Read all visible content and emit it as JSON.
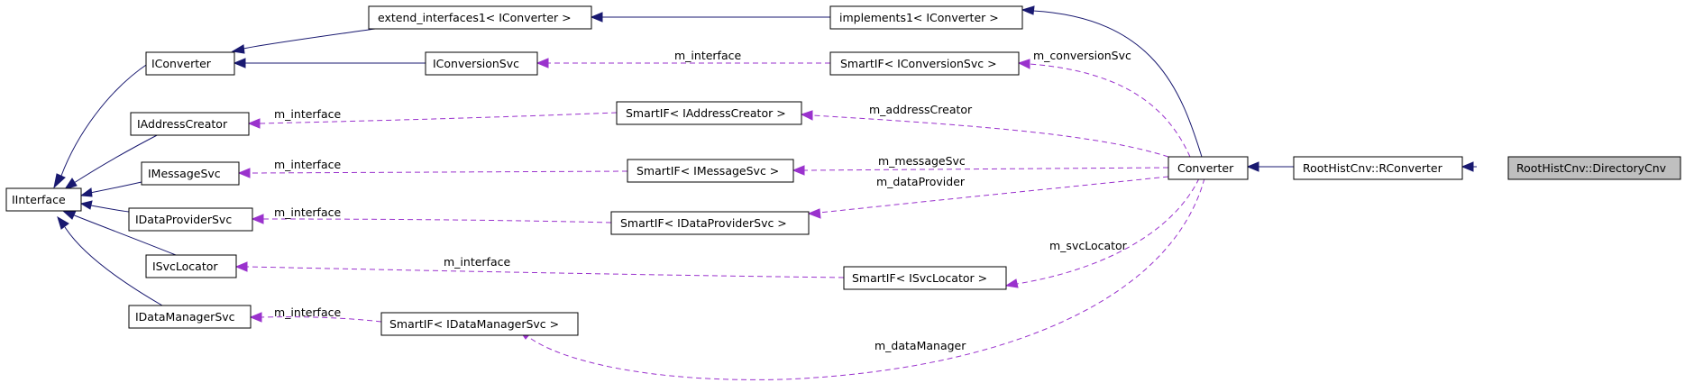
{
  "colors": {
    "inheritance": "#191970",
    "usage": "#9a32cd",
    "highlight_fill": "#bfbfbf"
  },
  "nodes": {
    "IInterface": "IInterface",
    "IConverter": "IConverter",
    "IAddressCreator": "IAddressCreator",
    "IMessageSvc": "IMessageSvc",
    "IDataProviderSvc": "IDataProviderSvc",
    "ISvcLocator": "ISvcLocator",
    "IDataManagerSvc": "IDataManagerSvc",
    "extend_interfaces1": "extend_interfaces1< IConverter >",
    "IConversionSvc": "IConversionSvc",
    "implements1": "implements1< IConverter >",
    "SmartIF_IConversionSvc": "SmartIF< IConversionSvc >",
    "SmartIF_IAddressCreator": "SmartIF< IAddressCreator >",
    "SmartIF_IMessageSvc": "SmartIF< IMessageSvc >",
    "SmartIF_IDataProviderSvc": "SmartIF< IDataProviderSvc >",
    "SmartIF_ISvcLocator": "SmartIF< ISvcLocator >",
    "SmartIF_IDataManagerSvc": "SmartIF< IDataManagerSvc >",
    "Converter": "Converter",
    "RConverter": "RootHistCnv::RConverter",
    "DirectoryCnv": "RootHistCnv::DirectoryCnv"
  },
  "labels": {
    "m_interface": "m_interface",
    "m_conversionSvc": "m_conversionSvc",
    "m_addressCreator": "m_addressCreator",
    "m_messageSvc": "m_messageSvc",
    "m_dataProvider": "m_dataProvider",
    "m_svcLocator": "m_svcLocator",
    "m_dataManager": "m_dataManager"
  }
}
